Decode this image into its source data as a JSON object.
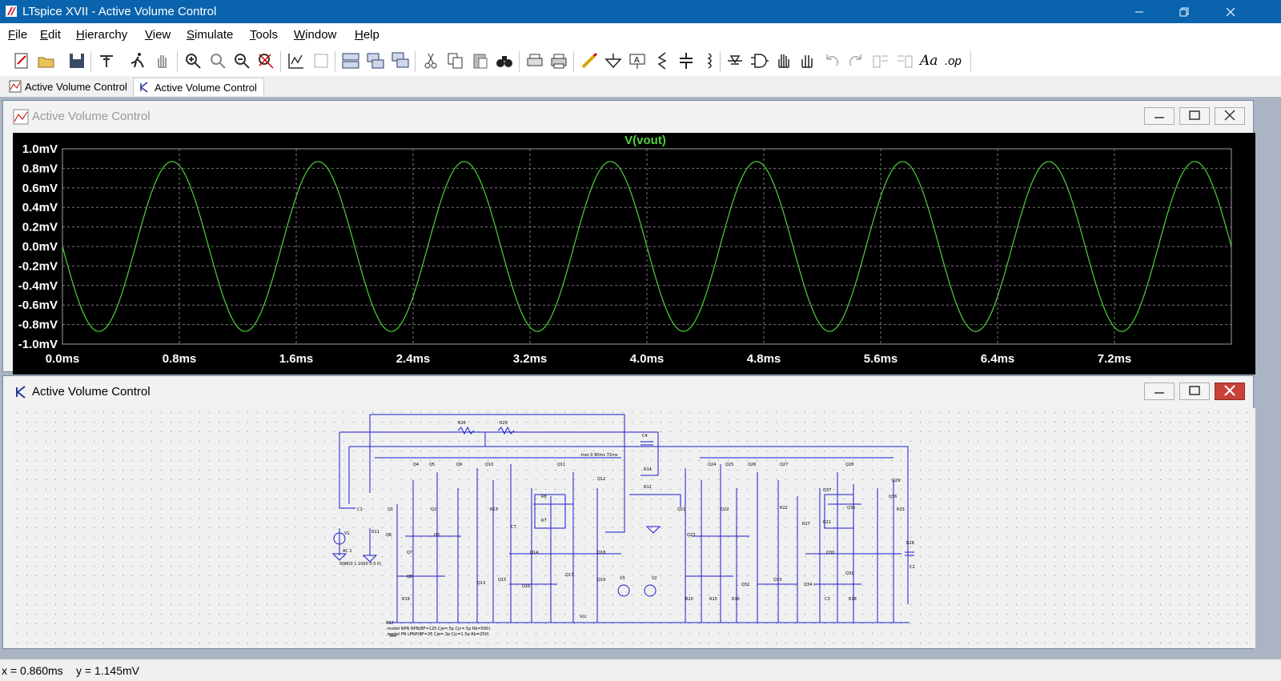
{
  "window": {
    "title": "LTspice XVII - Active Volume Control",
    "controls": {
      "minimize": "minimize-icon",
      "maximize": "restore-icon",
      "close": "close-icon"
    }
  },
  "menu": [
    "File",
    "Edit",
    "Hierarchy",
    "View",
    "Simulate",
    "Tools",
    "Window",
    "Help"
  ],
  "toolbar": {
    "buttons": [
      "new-schematic-icon",
      "open-icon",
      "save-icon",
      "control-panel-icon",
      "run-icon",
      "halt-icon",
      "zoom-in-icon",
      "zoom-to-fit-icon",
      "zoom-out-icon",
      "zoom-cancel-icon",
      "autorange-icon",
      "waveform-icon",
      "tile-horizontal-icon",
      "tile-vertical-icon",
      "cascade-icon",
      "cut-icon",
      "copy-icon",
      "paste-icon",
      "find-icon",
      "print-setup-icon",
      "print-icon",
      "draw-wire-icon",
      "ground-icon",
      "label-net-icon",
      "resistor-icon",
      "capacitor-icon",
      "inductor-icon",
      "diode-icon",
      "component-icon",
      "move-icon",
      "drag-icon",
      "undo-icon",
      "redo-icon",
      "rotate-icon",
      "mirror-icon",
      "text-icon",
      "spice-directive-icon"
    ],
    "spice_directive_label": ".op",
    "text_label": "Aa"
  },
  "tabs": [
    {
      "label": "Active Volume Control",
      "icon": "waveform-tab-icon",
      "active": false
    },
    {
      "label": "Active Volume Control",
      "icon": "schematic-tab-icon",
      "active": true
    }
  ],
  "waveform": {
    "title": "Active Volume Control",
    "trace_label": "V(vout)",
    "trace_color": "#4cd338",
    "chart_data": {
      "type": "line",
      "title": "V(vout)",
      "xlabel": "",
      "ylabel": "",
      "x_unit": "ms",
      "y_unit": "mV",
      "xlim": [
        0,
        8.0
      ],
      "ylim": [
        -1.0,
        1.0
      ],
      "x_ticks": [
        "0.0ms",
        "0.8ms",
        "1.6ms",
        "2.4ms",
        "3.2ms",
        "4.0ms",
        "4.8ms",
        "5.6ms",
        "6.4ms",
        "7.2ms"
      ],
      "y_ticks": [
        "1.0mV",
        "0.8mV",
        "0.6mV",
        "0.4mV",
        "0.2mV",
        "0.0mV",
        "-0.4mV",
        "-0.6mV",
        "-0.8mV",
        "-1.0mV",
        "-0.2mV"
      ],
      "grid": true,
      "series": [
        {
          "name": "V(vout)",
          "shape": "sine",
          "amplitude_mV": 0.87,
          "frequency_kHz": 1.0,
          "phase": "inverted",
          "x_start": 0.0,
          "x_end": 8.0
        }
      ]
    }
  },
  "schematic": {
    "title": "Active Volume Control",
    "labels": [
      "R26",
      "R25",
      "C4",
      "R14",
      "R12",
      "Q4",
      "Q5",
      "Q9",
      "Q10",
      "Q11",
      "Q12",
      "Q1",
      "Q2",
      "Q3",
      "Q6",
      "Q7",
      "Q8",
      "C1",
      "R11",
      "V1",
      "AC 1",
      "SINE(0 1 1000 0 0 0)",
      "C7",
      "R8",
      "R7",
      "Q13",
      "Q14",
      "Q15",
      "Q16",
      "Q17",
      "Q18",
      "Q19",
      "R13",
      "V3",
      "V2",
      "Q21",
      "Q22",
      "Q23",
      "Q24",
      "Q25",
      "Q26",
      "Q27",
      "Q28",
      "Q29",
      "Q30",
      "Q31",
      "Q32",
      "Q33",
      "Q34",
      "Q35",
      "Q36",
      "Q37",
      "R21",
      "R22",
      "R23",
      "R27",
      "R28",
      "C2",
      "C3",
      "R18",
      "R19",
      "R20",
      "R15",
      "R16",
      "R17",
      ".model NPN NPN(BF=125 Cje=.5p Cjc=.5p Rb=500)",
      ".model PN LPNP(BF=25 Cje=.3p Cjc=1.5p Rb=250)",
      ".tran 0 80ms 72ms",
      "Vcc",
      "Vee"
    ]
  },
  "status": {
    "x": "x = 0.860ms",
    "y": "y = 1.145mV"
  }
}
